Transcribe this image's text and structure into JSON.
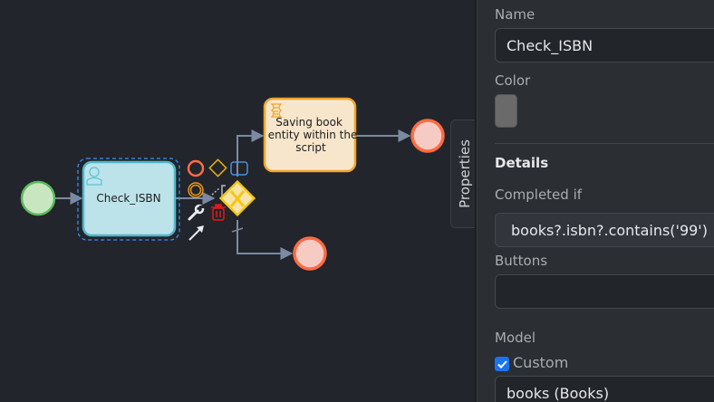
{
  "diagram": {
    "nodes": {
      "start_event": {
        "type": "start-event"
      },
      "user_task": {
        "label": "Check_ISBN",
        "type": "user-task",
        "selected": true
      },
      "gateway": {
        "type": "exclusive-gateway",
        "symbol": "X"
      },
      "script_task": {
        "label_lines": [
          "Saving book",
          "entity within the",
          "script"
        ],
        "type": "script-task"
      },
      "end_event_top": {
        "type": "end-event"
      },
      "end_event_bottom": {
        "type": "end-event"
      }
    },
    "context_pad": [
      "append-end-event",
      "append-gateway",
      "append-task",
      "append-intermediate-event",
      "append-text-annotation",
      "change-type-wrench",
      "delete-trash",
      "connect-arrow"
    ],
    "colors": {
      "canvas_bg": "#22252b",
      "start_fill": "#c8e6c0",
      "start_stroke": "#5cb85c",
      "user_task_fill": "#bde3ea",
      "user_task_stroke": "#4fb7c9",
      "gateway_fill": "#f6e5a8",
      "gateway_stroke": "#f5c518",
      "script_fill": "#f8e6cc",
      "script_stroke": "#f1a52b",
      "end_fill": "#f6cbc4",
      "end_stroke": "#ff6b42",
      "flow": "#7b8aa3",
      "selection": "#3a8ef6"
    }
  },
  "properties_tab": {
    "label": "Properties"
  },
  "panel": {
    "name_label": "Name",
    "name_value": "Check_ISBN",
    "color_label": "Color",
    "color_value": "#6a6a6a",
    "details_heading": "Details",
    "completed_if_label": "Completed if",
    "completed_if_value": "books?.isbn?.contains('99')",
    "buttons_label": "Buttons",
    "buttons_value": "",
    "model_label": "Model",
    "custom_label": "Custom",
    "custom_checked": true,
    "model_value": "books (Books)"
  }
}
